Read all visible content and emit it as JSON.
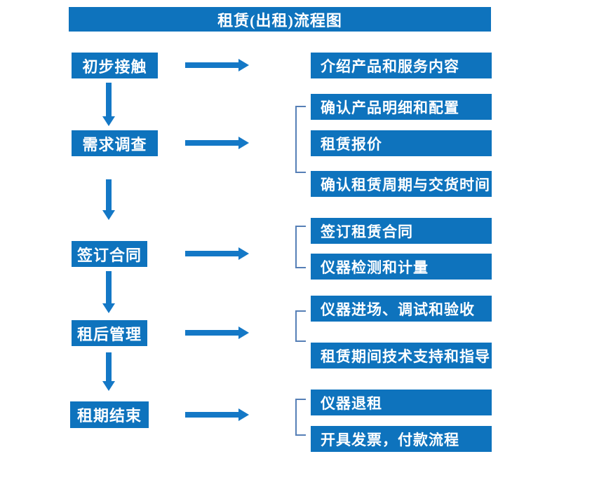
{
  "title": "租赁(出租)流程图",
  "colors": {
    "box_blue": "#0e73bd",
    "arrow_blue": "#1478c6",
    "bracket_blue": "#567fb6",
    "text_white": "#ffffff"
  },
  "steps": [
    {
      "label": "初步接触",
      "details": [
        "介绍产品和服务内容"
      ]
    },
    {
      "label": "需求调查",
      "details": [
        "确认产品明细和配置",
        "租赁报价",
        "确认租赁周期与交货时间"
      ]
    },
    {
      "label": "签订合同",
      "details": [
        "签订租赁合同",
        "仪器检测和计量"
      ]
    },
    {
      "label": "租后管理",
      "details": [
        "仪器进场、调试和验收",
        "租赁期间技术支持和指导"
      ]
    },
    {
      "label": "租期结束",
      "details": [
        "仪器退租",
        "开具发票，付款流程"
      ]
    }
  ]
}
